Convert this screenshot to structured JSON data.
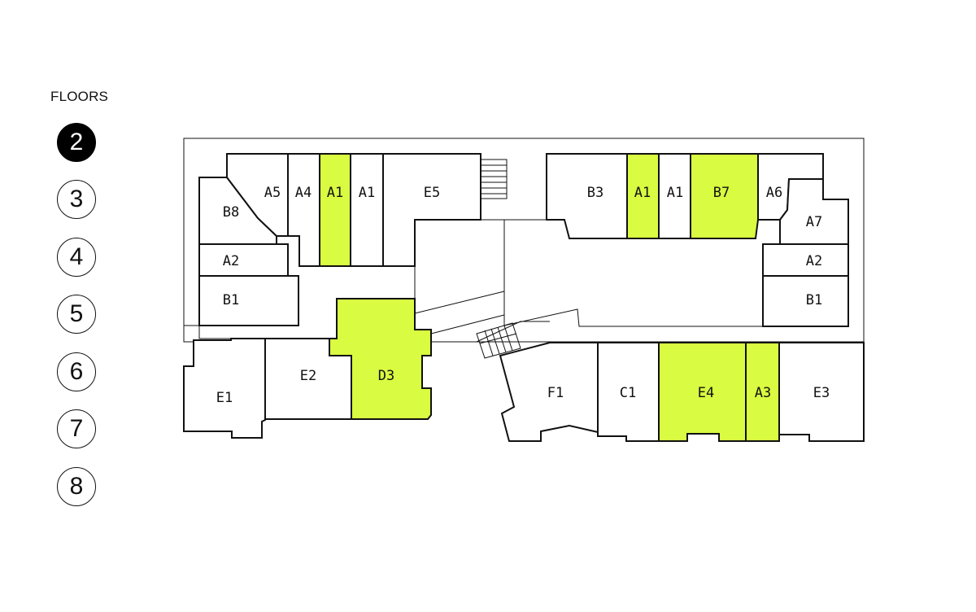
{
  "sidebar": {
    "title": "FLOORS",
    "floors": [
      "2",
      "3",
      "4",
      "5",
      "6",
      "7",
      "8"
    ],
    "active_floor": "2"
  },
  "colors": {
    "available": "#d9fb41",
    "active_floor": "#000000"
  },
  "plan": {
    "units": {
      "b8": "B8",
      "a5": "A5",
      "a4": "A4",
      "a1_left_available": "A1",
      "a1_left": "A1",
      "e5": "E5",
      "a2_left": "A2",
      "b1_left": "B1",
      "d3": "D3",
      "e2": "E2",
      "e1": "E1",
      "b3": "B3",
      "a1_right_available": "A1",
      "a1_right": "A1",
      "b7": "B7",
      "a6": "A6",
      "a7": "A7",
      "a2_right": "A2",
      "b1_right": "B1",
      "f1": "F1",
      "c1": "C1",
      "e4": "E4",
      "a3": "A3",
      "e3": "E3"
    },
    "available_units": [
      "a1_left_available",
      "d3",
      "a1_right_available",
      "b7",
      "e4",
      "a3"
    ]
  }
}
